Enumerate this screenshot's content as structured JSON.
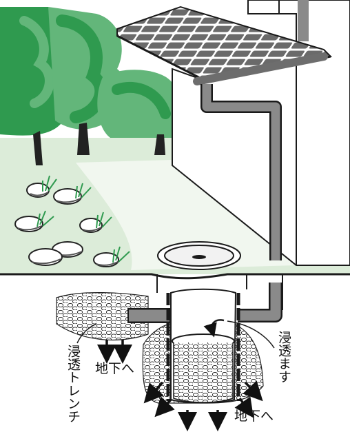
{
  "labels": {
    "infiltration_basin": "浸透ます",
    "infiltration_trench": "浸透トレンチ",
    "to_underground_left": "地下へ",
    "to_underground_right": "地下へ"
  },
  "colors": {
    "tree_dark": "#2f9a4f",
    "tree_light": "#63b67a",
    "lawn": "#dcecd9",
    "path": "#f1f7ef",
    "pipe": "#8a8a8a",
    "outline": "#1a1a1a"
  },
  "icons": [
    "tree-icon",
    "rock-icon",
    "grass-tuft-icon",
    "arrow-down-icon",
    "manhole-cover-icon"
  ]
}
